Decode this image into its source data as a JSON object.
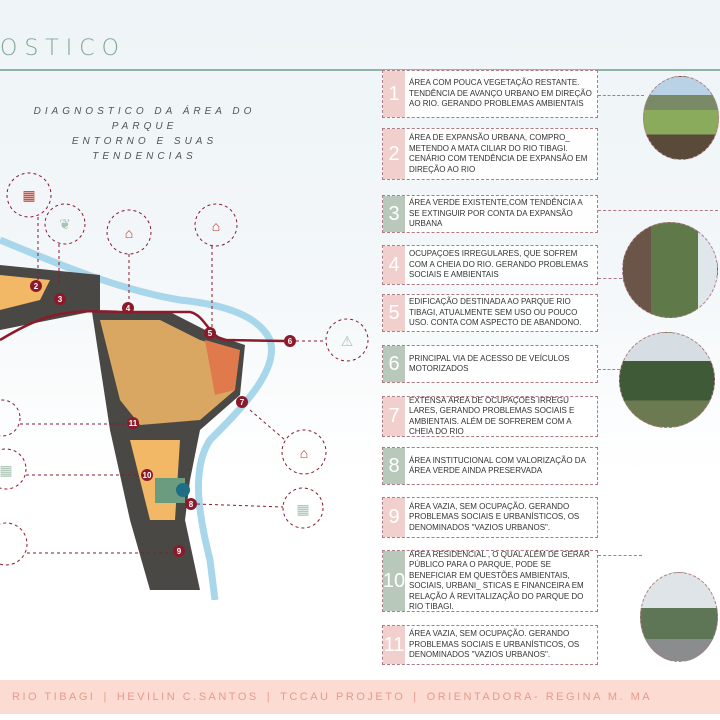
{
  "header": {
    "title": "OSTICO",
    "subtitle_line1": "DIAGNOSTICO DA ÁREA DO PARQUE",
    "subtitle_line2": "ENTORNO E SUAS TENDENCIAS"
  },
  "map_markers": [
    "2",
    "3",
    "4",
    "5",
    "6",
    "7",
    "8",
    "9",
    "10",
    "11"
  ],
  "cards": [
    {
      "num": "1",
      "color": "pink",
      "text": "ÁREA COM POUCA VEGETAÇÃO RESTANTE. TENDÊNCIA DE AVANÇO URBANO EM DIREÇÃO AO RIO. GERANDO PROBLEMAS AMBIENTAIS"
    },
    {
      "num": "2",
      "color": "pink",
      "text": "ÁREA DE EXPANSÃO URBANA, COMPRO_ METENDO A MATA CILIAR DO RIO TIBAGI. CENÁRIO COM TENDÊNCIA DE EXPANSÃO EM DIREÇÃO AO RIO"
    },
    {
      "num": "3",
      "color": "green",
      "text": "ÁREA VERDE EXISTENTE,COM TENDÊNCIA A SE EXTINGUIR POR CONTA DA EXPANSÃO URBANA"
    },
    {
      "num": "4",
      "color": "pink",
      "text": "OCUPAÇOES IRREGULARES, QUE SOFREM COM A CHEIA DO RIO. GERANDO PROBLEMAS SOCIAIS E AMBIENTAIS"
    },
    {
      "num": "5",
      "color": "pink",
      "text": "EDIFICAÇÃO DESTINADA AO PARQUE RIO TIBAGI, ATUALMENTE SEM USO OU POUCO USO. CONTA COM ASPECTO DE ABANDONO."
    },
    {
      "num": "6",
      "color": "green",
      "text": "PRINCIPAL VIA DE ACESSO DE VEÍCULOS MOTORIZADOS"
    },
    {
      "num": "7",
      "color": "pink",
      "text": "EXTENSA ÁREA DE OCUPAÇOES IRREGU LARES, GERANDO PROBLEMAS SOCIAIS E AMBIENTAIS. ALÉM DE SOFREREM COM A CHEIA DO RIO"
    },
    {
      "num": "8",
      "color": "green",
      "text": "ÁREA INSTITUCIONAL COM VALORIZAÇÃO DA ÁREA VERDE AINDA PRESERVADA"
    },
    {
      "num": "9",
      "color": "pink",
      "text": "ÁREA VAZIA, SEM OCUPAÇÃO. GERANDO PROBLEMAS SOCIAIS E URBANÍSTICOS, OS DENOMINADOS \"VAZIOS URBANOS\"."
    },
    {
      "num": "10",
      "color": "green",
      "text": "ÁREA RESIDENCIAL , O QUAL ALÉM DE GERAR PÚBLICO PARA O PARQUE, PODE SE BENEFICIAR EM QUESTÕES AMBIENTAIS, SOCIAIS, URBANI_ STICAS E FINANCEIRA EM RELAÇÃO Á REVITALIZAÇÃO DO PARQUE DO RIO TIBAGI."
    },
    {
      "num": "11",
      "color": "pink",
      "text": "ÁREA VAZIA, SEM OCUPAÇÃO. GERANDO PROBLEMAS SOCIAIS E URBANÍSTICOS, OS DENOMINADOS \"VAZIOS URBANOS\"."
    }
  ],
  "footer": [
    "RIO TIBAGI",
    "HEVILIN C.SANTOS",
    "TCCAU PROJETO",
    "ORIENTADORA- REGINA M. MA"
  ],
  "colors": {
    "accent": "#8b1a2b",
    "pink": "#f0cfcd",
    "green": "#b8c8bb",
    "footer_bg": "#fcdcd2",
    "urban": "#f2b866",
    "dark": "#4a4845",
    "river": "#a8d6ea"
  }
}
